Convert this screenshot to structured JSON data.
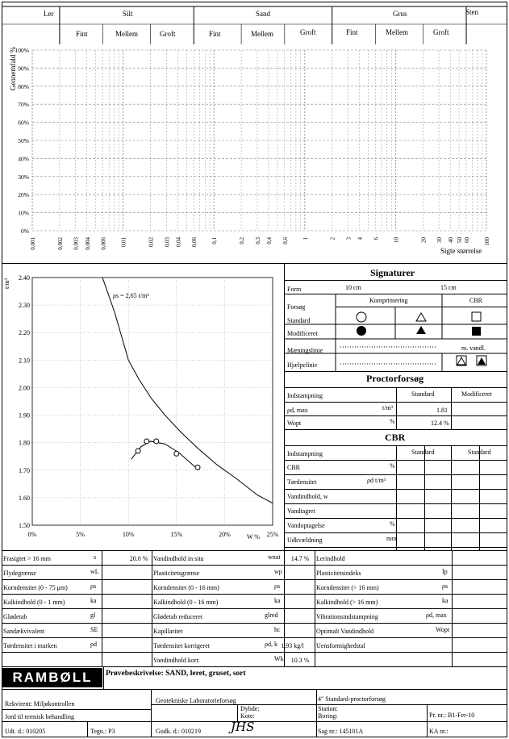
{
  "grain": {
    "groups": [
      "Ler",
      "Silt",
      "Sand",
      "Grus",
      "Sten"
    ],
    "subgroups": [
      "Fint",
      "Mellem",
      "Groft",
      "Fint",
      "Mellem",
      "Groft",
      "Fint",
      "Mellem",
      "Groft"
    ],
    "ylabel": "Gennemfald %",
    "xlabel": "Sigte størrelse",
    "yticks": [
      "0%",
      "10%",
      "20%",
      "30%",
      "40%",
      "50%",
      "60%",
      "70%",
      "80%",
      "90%",
      "100%"
    ],
    "xticks": [
      "0,001",
      "0,002",
      "0,003",
      "0,004",
      "0,006",
      "0,01",
      "0,02",
      "0,03",
      "0,04",
      "0,06",
      "0,1",
      "0,2",
      "0,3",
      "0,4",
      "0,6",
      "1",
      "2",
      "3",
      "4",
      "6",
      "10",
      "20",
      "30",
      "40",
      "50",
      "60",
      "100"
    ]
  },
  "chart_data": {
    "type": "line",
    "title": "",
    "xlabel": "W %",
    "ylabel": "t/m³",
    "xlim": [
      0,
      25
    ],
    "ylim": [
      1.5,
      2.4
    ],
    "x_ticklabels": [
      "0%",
      "5%",
      "10%",
      "15%",
      "20%",
      "25%"
    ],
    "y_ticklabels": [
      "1.50",
      "1.60",
      "1.70",
      "1.80",
      "1.90",
      "2.00",
      "2.10",
      "2.20",
      "2.30",
      "2.40"
    ],
    "annotation": "ρs = 2,65 t/m³",
    "series": [
      {
        "x": [
          7.3,
          8.6,
          10,
          11.1,
          12.4,
          13.8,
          15.4,
          17.2,
          19.2,
          21.2,
          23.4,
          25
        ],
        "y": [
          2.4,
          2.27,
          2.1,
          2.03,
          1.96,
          1.9,
          1.84,
          1.78,
          1.72,
          1.67,
          1.61,
          1.58
        ]
      },
      {
        "x": [
          10.3,
          11.3,
          12.3,
          13.8,
          15.2,
          17.0
        ],
        "y": [
          1.74,
          1.785,
          1.805,
          1.795,
          1.765,
          1.71
        ]
      }
    ],
    "markers": {
      "x": [
        11.0,
        11.9,
        12.9,
        15.0,
        17.2
      ],
      "y": [
        1.77,
        1.805,
        1.805,
        1.76,
        1.71
      ]
    }
  },
  "signaturer": {
    "title": "Signaturer",
    "form_label": "Form",
    "form_10": "10 cm",
    "form_15": "15 cm",
    "forsog_label": "Forsøg",
    "komprimering": "Komprimering",
    "cbr": "CBR",
    "standard": "Standard",
    "modificeret": "Modificeret",
    "maeningslinie": "Mæningslinie",
    "hjaelpelinie": "Hjælpelinie",
    "m_vandl": "m. vandl."
  },
  "proctor": {
    "title": "Proctorforsøg",
    "indstampning": "Indstampning",
    "standard": "Standard",
    "modificeret": "Modificeret",
    "rho_label": "ρd, max",
    "rho_unit": "t/m³",
    "rho_value": "1.81",
    "wopt_label": "Wopt",
    "wopt_unit": "%",
    "wopt_value": "12.4 %"
  },
  "cbr": {
    "title": "CBR",
    "indstampning": "Indstampning",
    "standard1": "Standard",
    "standard2": "Standard",
    "rows": [
      {
        "label": "CBR",
        "unit": "%"
      },
      {
        "label": "Tørdensitet",
        "unit": "ρd  t/m³"
      },
      {
        "label": "Vandindhold, w",
        "unit": ""
      },
      {
        "label": "Vandtagret",
        "unit": ""
      },
      {
        "label": "Vandoptagelse",
        "unit": "%"
      },
      {
        "label": "Udkvældning",
        "unit": "mm"
      }
    ]
  },
  "props": {
    "rows": [
      {
        "c1": "Frasigtet > 16 mm",
        "s1": "s",
        "v1": "20.0 %",
        "c2": "Vandindhold in situ",
        "s2": "wnat",
        "v2": "14.7 %",
        "c3": "Lerindhold",
        "s3": ""
      },
      {
        "c1": "Flydegrænse",
        "s1": "wL",
        "v1": "",
        "c2": "Plasticitetsgrænse",
        "s2": "wp",
        "v2": "",
        "c3": "Plasticitetsindeks",
        "s3": "Ip"
      },
      {
        "c1": "Korndensitet (0 - 75 μm)",
        "s1": "ρs",
        "v1": "",
        "c2": "Korndensitet (0 - 16 mm)",
        "s2": "ρs",
        "v2": "",
        "c3": "Korndensitet (> 16 mm)",
        "s3": "ρs"
      },
      {
        "c1": "Kalkindhold (0 - 1 mm)",
        "s1": "ka",
        "v1": "",
        "c2": "Kalkindhold (0 - 16 mm)",
        "s2": "ka",
        "v2": "",
        "c3": "Kalkindhold (> 16 mm)",
        "s3": "ka"
      },
      {
        "c1": "Glødetab",
        "s1": "gl",
        "v1": "",
        "c2": "Glødetab reduceret",
        "s2": "glred",
        "v2": "",
        "c3": "Vibrationsindstampning",
        "s3": "ρd, max"
      },
      {
        "c1": "Sandækvivalent",
        "s1": "SE",
        "v1": "",
        "c2": "Kapillaritet",
        "s2": "hc",
        "v2": "",
        "c3": "Optimalt Vandindhold",
        "s3": "Wopt"
      },
      {
        "c1": "Tørdensitet i marken",
        "s1": "ρd",
        "v1": "",
        "c2": "Tørdensitet korrigeret",
        "s2": "ρd, k",
        "v2": "1.93 kg/l",
        "c3": "Uensformighedstal",
        "s3": ""
      },
      {
        "c1": "",
        "s1": "",
        "v1": "",
        "c2": "Vandindhold korr.",
        "s2": "Wk",
        "v2": "10.3 %",
        "c3": "",
        "s3": ""
      }
    ]
  },
  "footer": {
    "logo": "RAMBØLL",
    "description": "Prøvebeskrivelse: SAND, leret, gruset, sort",
    "rekvirent": "Rekvirent: Miljøkontrollen",
    "geoteknisk": "Geotekniske Laboratorieforsøg",
    "proctor4": "4\" Standard-proctorforsøg",
    "jord": "Jord til termisk behandling",
    "dybde": "Dybde:",
    "kote": "Kote:",
    "station": "Station:",
    "boring": "Boring:",
    "prnr": "Pr. nr.: B1-Fer-10",
    "udt": "Udt. d.: 010205",
    "tegn": "Tegn.: P3",
    "godk": "Godk. d.: 010219",
    "signature": "JHS",
    "sagnr": "Sag nr.: 145101A",
    "kanr": "KA nr.:"
  }
}
